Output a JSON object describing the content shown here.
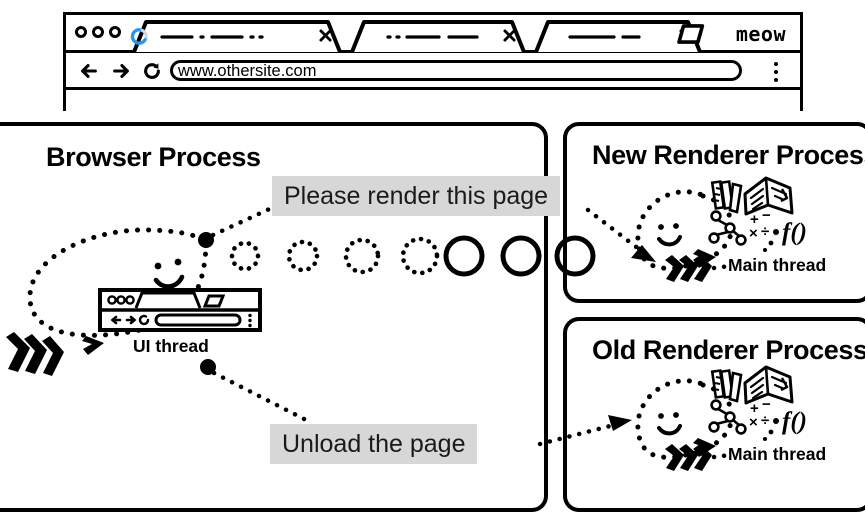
{
  "browser_window": {
    "window_dots": [
      "dot-1",
      "dot-2",
      "dot-3"
    ],
    "tabs": [
      {
        "name": "tab-1",
        "title_redacted": "— · — ··",
        "loading": true,
        "close_label": "×"
      },
      {
        "name": "tab-2",
        "title_redacted": "·· — —",
        "loading": false,
        "close_label": "×"
      },
      {
        "name": "tab-3",
        "title_redacted": "—— —",
        "loading": false,
        "close_label": "×"
      }
    ],
    "new_tab_label": "+",
    "brand_label": "meow",
    "toolbar": {
      "back_icon": "arrow-left-icon",
      "forward_icon": "arrow-right-icon",
      "reload_icon": "reload-icon",
      "url": "www.othersite.com",
      "menu_icon": "kebab-menu-icon"
    }
  },
  "panels": {
    "browser_process": {
      "title": "Browser Process",
      "thread_label": "UI thread",
      "thread_icon": "browser-window-icon"
    },
    "new_renderer": {
      "title": "New Renderer Process",
      "thread_label": "Main thread",
      "thread_icon": "renderer-tools-icon"
    },
    "old_renderer": {
      "title": "Old Renderer Process",
      "thread_label": "Main thread",
      "thread_icon": "renderer-tools-icon"
    }
  },
  "messages": {
    "render": "Please render this page",
    "unload": "Unload the page"
  },
  "colors": {
    "ink": "#000000",
    "paper": "#ffffff",
    "label_background": "#d7d7d7",
    "spinner_accent": "#2196f3"
  },
  "diagram_notes": {
    "ipc_trail_small_dotted_circles": 4,
    "ipc_trail_solid_circles": 3
  }
}
